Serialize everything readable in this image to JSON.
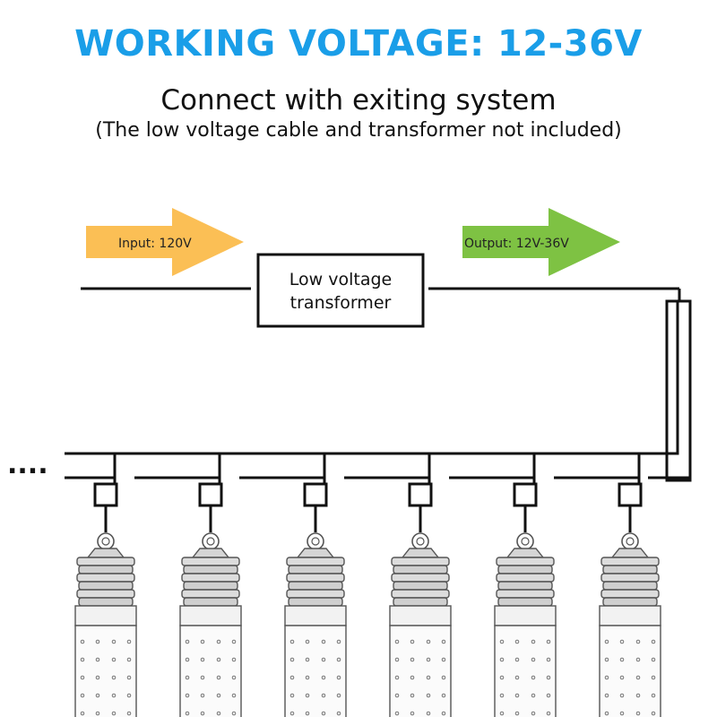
{
  "header": {
    "title": "WORKING VOLTAGE: 12-36V",
    "subtitle": "Connect with exiting system",
    "note": "(The low voltage cable and transformer not included)"
  },
  "diagram": {
    "input_arrow": {
      "label": "Input: 120V",
      "color": "#fbbf55"
    },
    "output_arrow": {
      "label": "Output: 12V-36V",
      "color": "#7ec243"
    },
    "transformer": {
      "line1": "Low voltage",
      "line2": "transformer"
    },
    "continuation": "....",
    "bulb_count": 6
  }
}
